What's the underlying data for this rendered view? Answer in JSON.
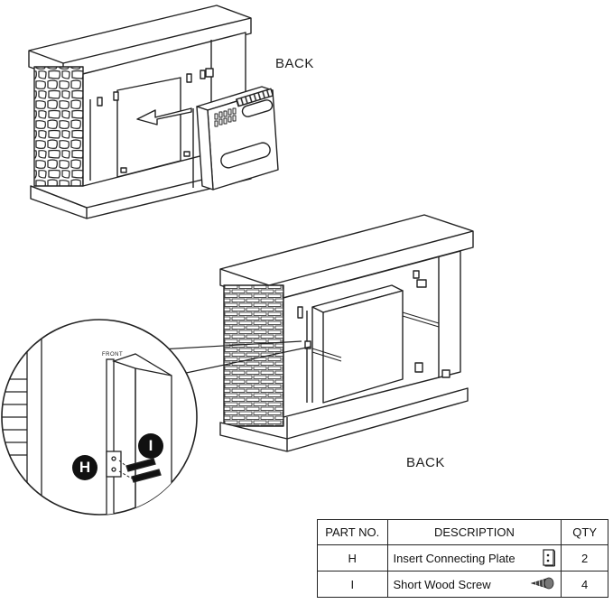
{
  "labels": {
    "back_top": "BACK",
    "back_bottom": "BACK",
    "front": "FRONT",
    "badge_h": "H",
    "badge_i": "I"
  },
  "parts_table": {
    "headers": [
      "PART NO.",
      "DESCRIPTION",
      "QTY"
    ],
    "rows": [
      {
        "part": "H",
        "description": "Insert Connecting Plate",
        "qty": "2",
        "icon": "connecting-plate-icon"
      },
      {
        "part": "I",
        "description": "Short Wood Screw",
        "qty": "4",
        "icon": "wood-screw-icon"
      }
    ]
  }
}
